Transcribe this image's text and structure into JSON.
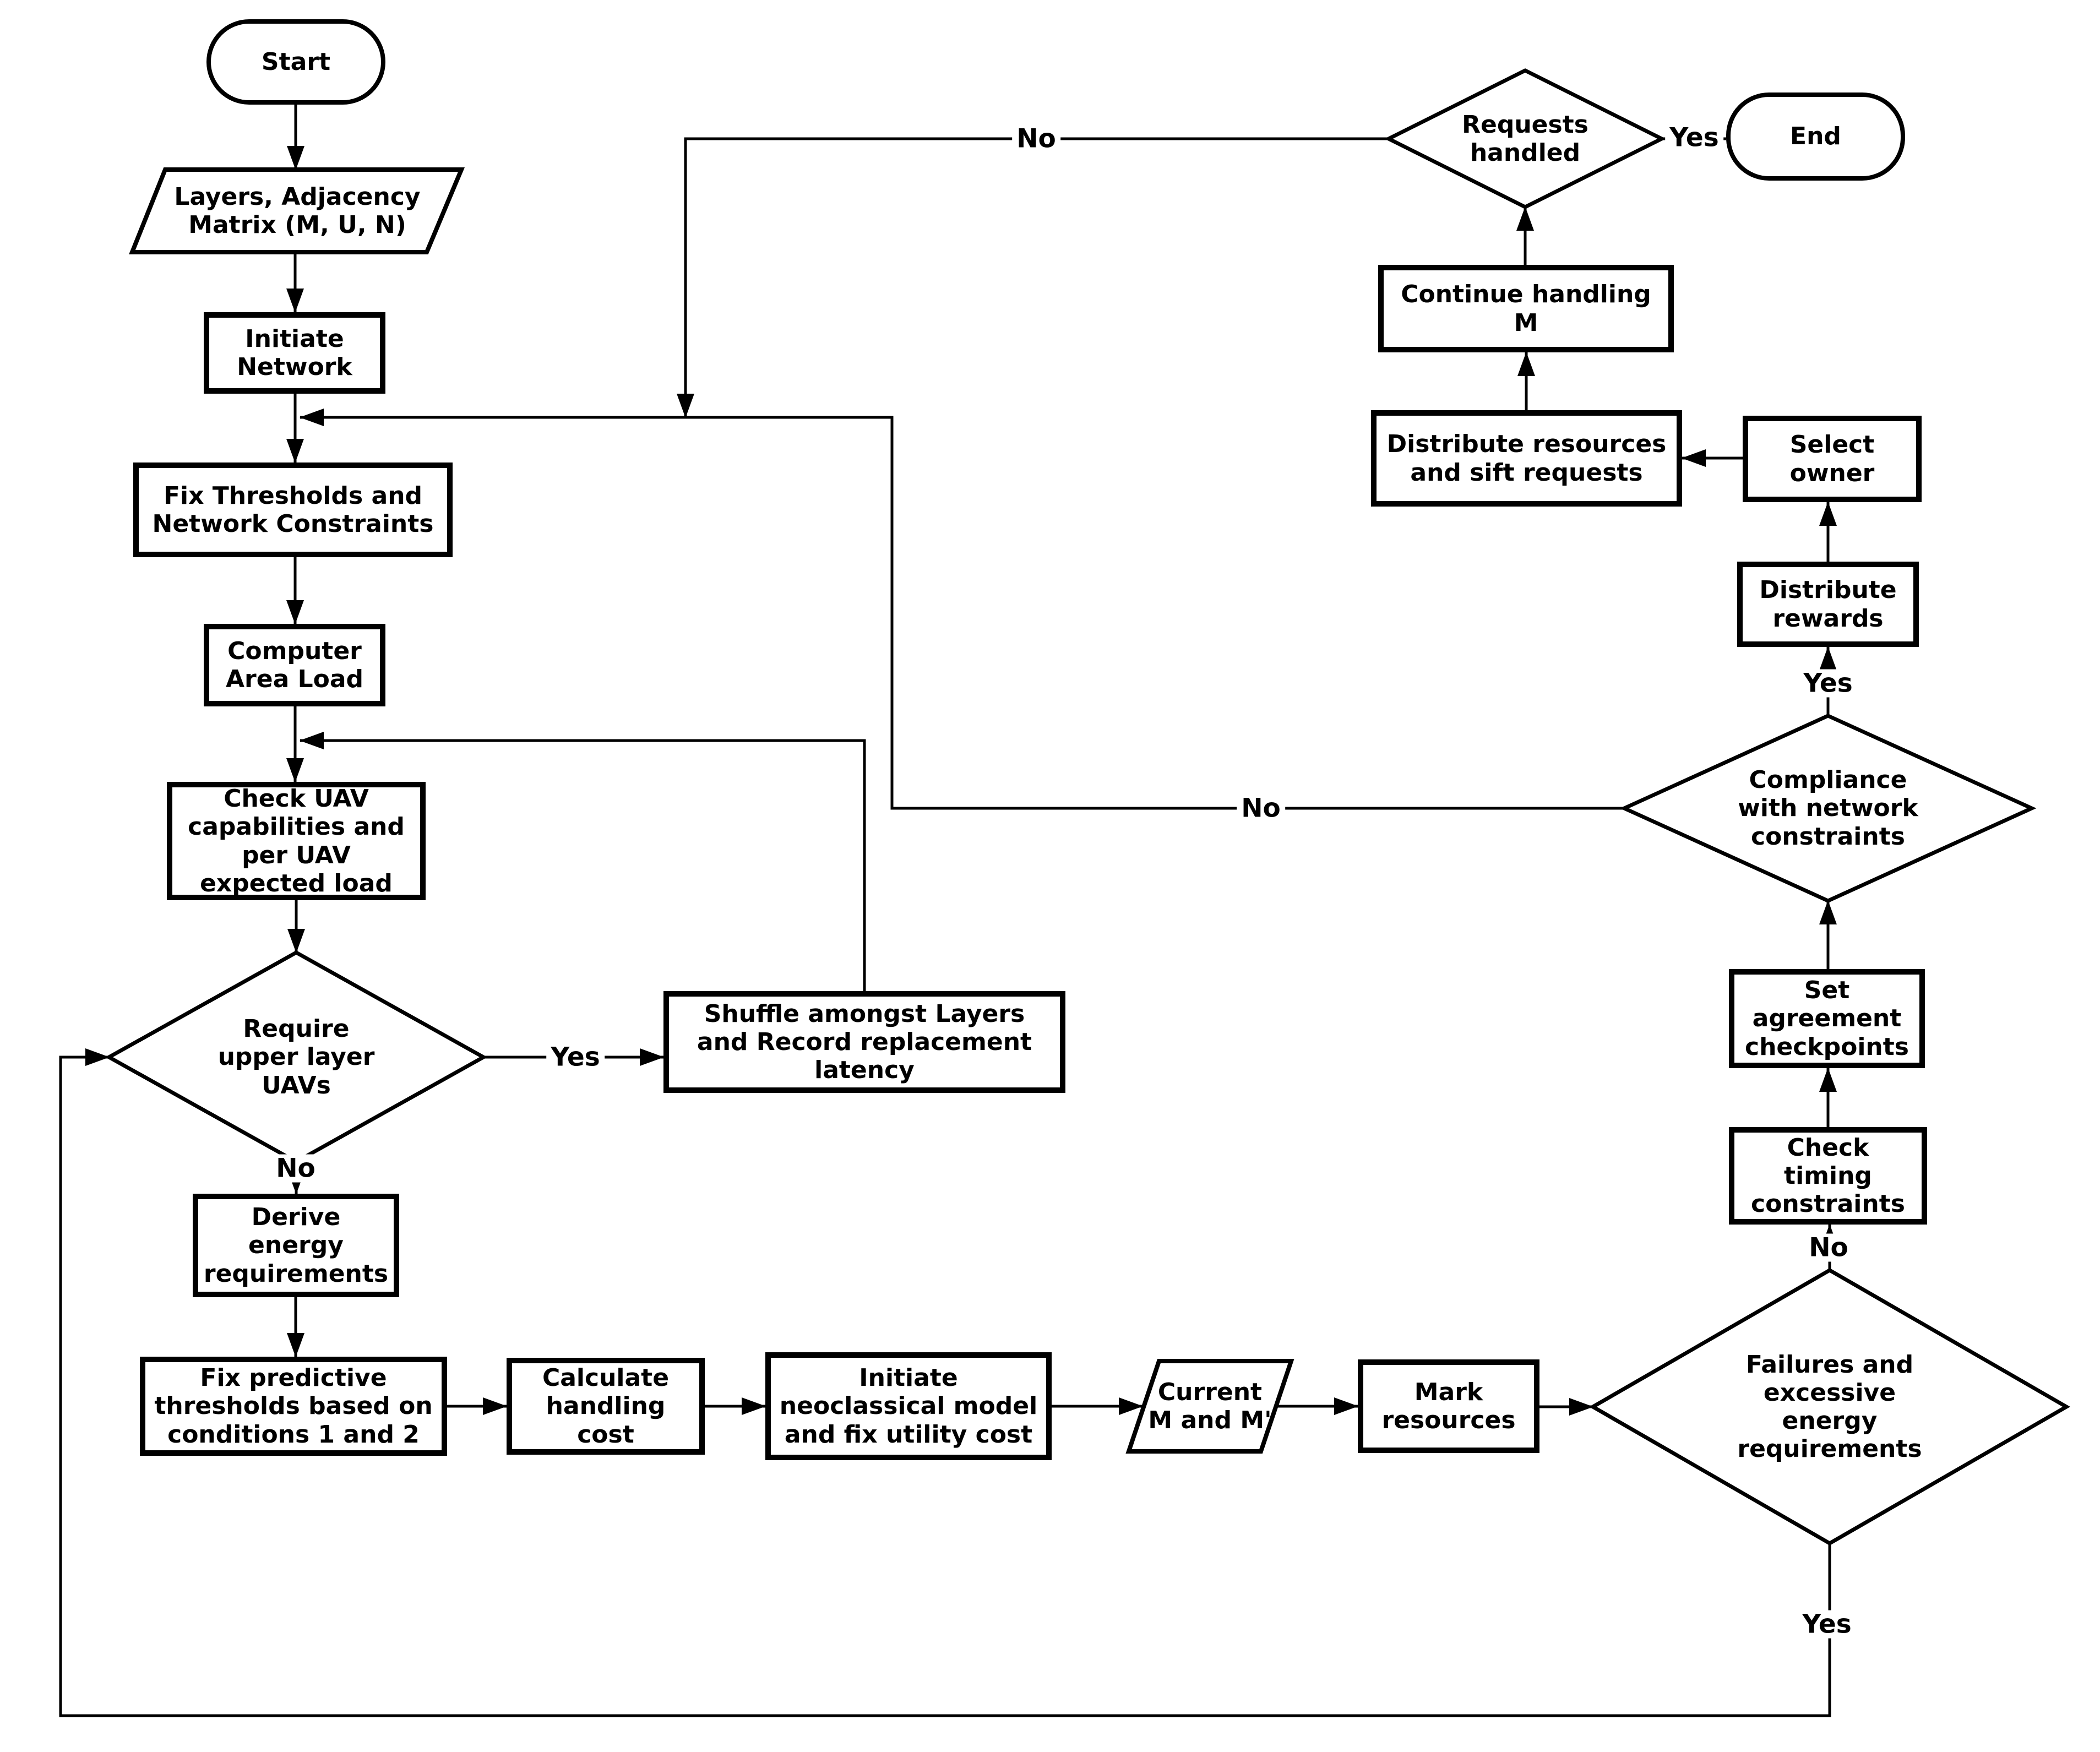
{
  "nodes": {
    "start": "Start",
    "input_layers": "Layers, Adjacency\nMatrix (M, U, N)",
    "initiate_network": "Initiate\nNetwork",
    "fix_thresholds": "Fix Thresholds and\nNetwork Constraints",
    "computer_area_load": "Computer\nArea Load",
    "check_uav": "Check UAV\ncapabilities and\nper UAV\nexpected load",
    "require_upper": "Require\nupper layer\nUAVs",
    "shuffle": "Shuffle amongst Layers\nand Record replacement\nlatency",
    "derive_energy": "Derive\nenergy\nrequirements",
    "fix_predictive": "Fix predictive\nthresholds based on\nconditions 1 and 2",
    "calculate_handling": "Calculate\nhandling\ncost",
    "initiate_neoclassical": "Initiate\nneoclassical model\nand fix utility cost",
    "current_m": "Current\nM and M'",
    "mark_resources": "Mark\nresources",
    "failures": "Failures and\nexcessive\nenergy\nrequirements",
    "check_timing": "Check\ntiming\nconstraints",
    "set_agreement": "Set\nagreement\ncheckpoints",
    "compliance": "Compliance\nwith network\nconstraints",
    "distribute_rewards": "Distribute\nrewards",
    "select_owner": "Select\nowner",
    "distribute_resources": "Distribute resources\nand sift requests",
    "continue_handling": "Continue handling\nM",
    "requests_handled": "Requests\nhandled",
    "end": "End"
  },
  "edge_labels": {
    "requests_no": "No",
    "requests_yes": "Yes",
    "require_yes": "Yes",
    "require_no": "No",
    "compliance_no": "No",
    "compliance_yes": "Yes",
    "failures_no": "No",
    "failures_yes": "Yes"
  },
  "colors": {
    "stroke": "#000000",
    "background": "#ffffff"
  }
}
